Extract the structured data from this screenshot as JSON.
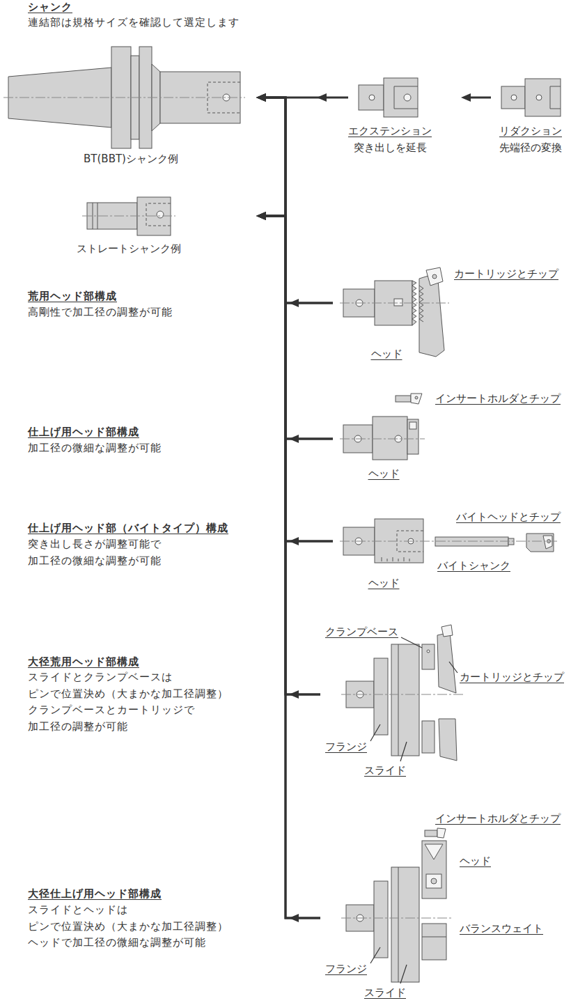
{
  "diagram": {
    "nodes": [
      {
        "text": [
          "BT(BBT)シャンク例"
        ]
      },
      {
        "text": [
          "エクステンション",
          "突き出しを延長"
        ]
      },
      {
        "text": [
          "リダクション",
          "先端径の変換"
        ]
      },
      {
        "text": [
          "ストレートシャンク例"
        ]
      },
      {
        "text": [
          "カートリッジとチップ",
          "ヘッド"
        ]
      },
      {
        "text": [
          "インサートホルダとチップ",
          "ヘッド"
        ]
      },
      {
        "text": [
          "バイトヘッドとチップ",
          "バイトシャンク",
          "ヘッド"
        ]
      },
      {
        "text": [
          "クランプベース",
          "カートリッジとチップ",
          "フランジ",
          "スライド"
        ]
      },
      {
        "text": [
          "インサートホルダとチップ",
          "ヘッド",
          "バランスウェイト",
          "フランジ",
          "スライド"
        ]
      }
    ],
    "edges": [
      {
        "from": 1,
        "to": 0,
        "arrow": "to"
      },
      {
        "from": 2,
        "to": 1,
        "arrow": "to"
      },
      {
        "from": 4,
        "to": 0,
        "arrow": "to"
      },
      {
        "from": 4,
        "to": 3,
        "arrow": "to"
      },
      {
        "from": 5,
        "to": 0,
        "arrow": "to"
      },
      {
        "from": 5,
        "to": 3,
        "arrow": "to"
      },
      {
        "from": 6,
        "to": 0,
        "arrow": "to"
      },
      {
        "from": 6,
        "to": 3,
        "arrow": "to"
      },
      {
        "from": 7,
        "to": 0,
        "arrow": "to"
      },
      {
        "from": 7,
        "to": 3,
        "arrow": "to"
      },
      {
        "from": 8,
        "to": 0,
        "arrow": "to"
      },
      {
        "from": 8,
        "to": 3,
        "arrow": "to"
      }
    ],
    "labels": [
      "シャンク",
      "連結部は規格サイズを確認して選定します",
      "荒用ヘッド部構成",
      "高剛性で加工径の調整が可能",
      "仕上げ用ヘッド部構成",
      "加工径の微細な調整が可能",
      "仕上げ用ヘッド部（バイトタイプ）構成",
      "突き出し長さが調整可能で 加工径の微細な調整が可能",
      "大径荒用ヘッド部構成",
      "スライドとクランプベースは ピンで位置決め（大まかな加工径調整） クランプベースとカートリッジで 加工径の調整が可能",
      "大径仕上げ用ヘッド部構成",
      "スライドとヘッドは ピンで位置決め（大まかな加工径調整） ヘッドで加工径の微細な調整が可能"
    ]
  }
}
